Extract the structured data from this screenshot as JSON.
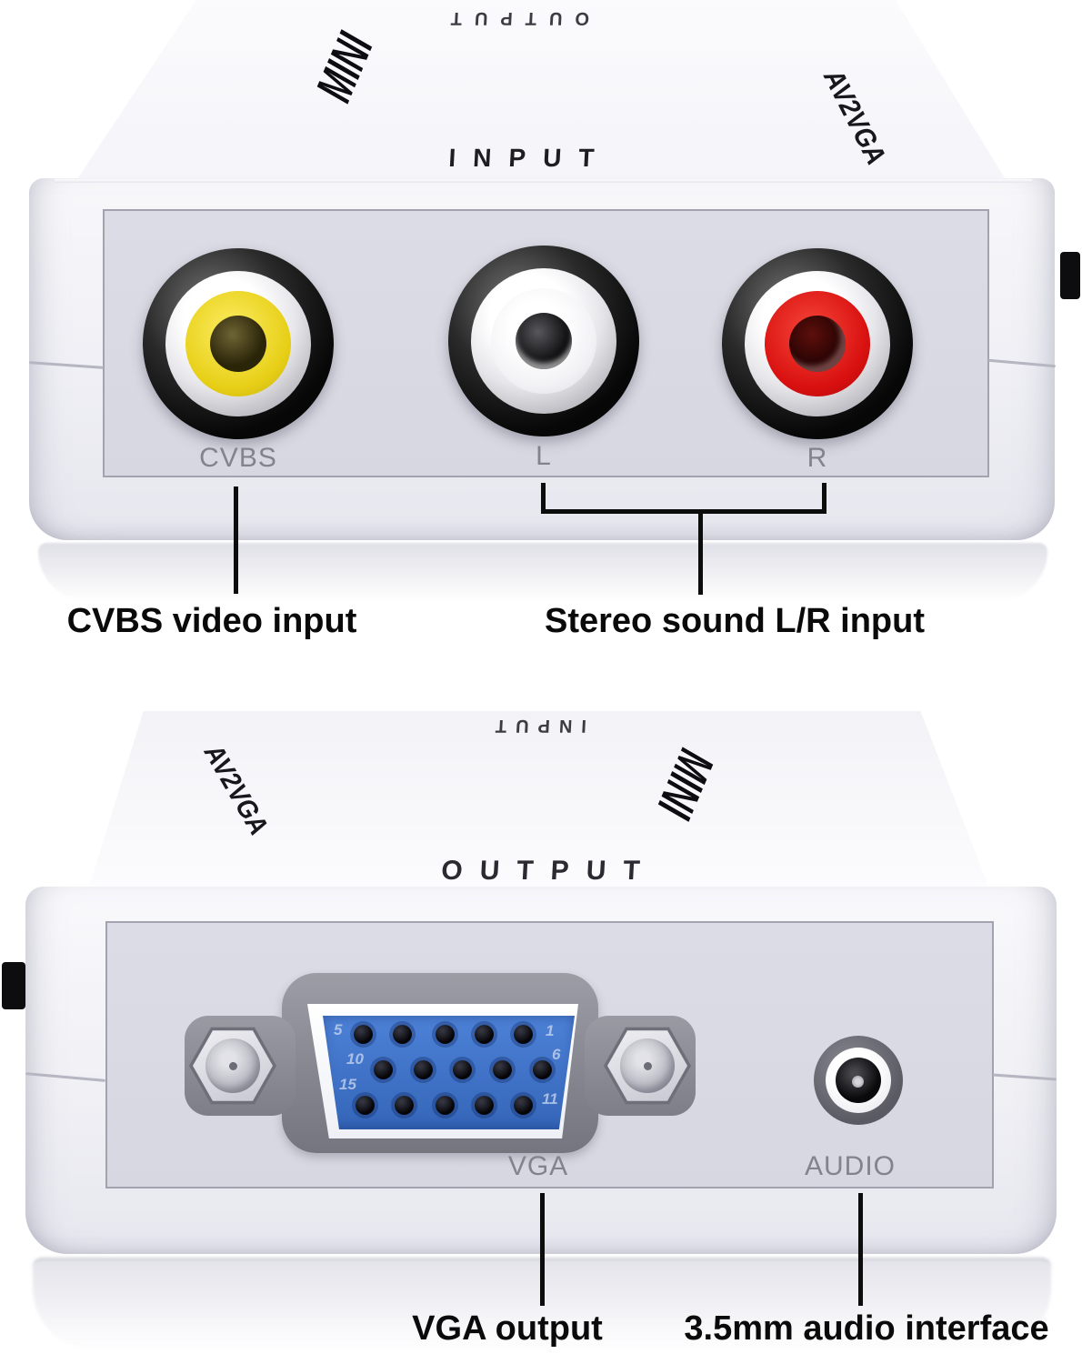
{
  "product": {
    "top_unit": {
      "far_edge_label": "OUTPUT",
      "logo": "MINI",
      "model": "AV2VGA",
      "front_edge_label": "INPUT",
      "ports": [
        {
          "label": "CVBS",
          "type": "rca",
          "color": "#e7cf17"
        },
        {
          "label": "L",
          "type": "rca",
          "color": "#ffffff"
        },
        {
          "label": "R",
          "type": "rca",
          "color": "#d8100f"
        }
      ]
    },
    "bottom_unit": {
      "far_edge_label": "INPUT",
      "logo": "MINI",
      "model": "AV2VGA",
      "front_edge_label": "OUTPUT",
      "vga_label": "VGA",
      "audio_label": "AUDIO",
      "vga_pins": {
        "top_left": "5",
        "top_right": "1",
        "mid_left": "10",
        "mid_right": "6",
        "bottom_left": "15",
        "bottom_right": "11"
      }
    }
  },
  "annotations": {
    "cvbs_video": "CVBS video input",
    "stereo": "Stereo sound L/R input",
    "vga_output": "VGA output",
    "audio_interface": "3.5mm audio interface"
  },
  "colors": {
    "case_white": "#f4f4f8",
    "panel_gray": "#dadae4",
    "rca_yellow": "#e7cf17",
    "rca_white": "#ffffff",
    "rca_red": "#d8100f",
    "vga_blue": "#3b6ec6",
    "annotation_black": "#0a0a0a"
  }
}
